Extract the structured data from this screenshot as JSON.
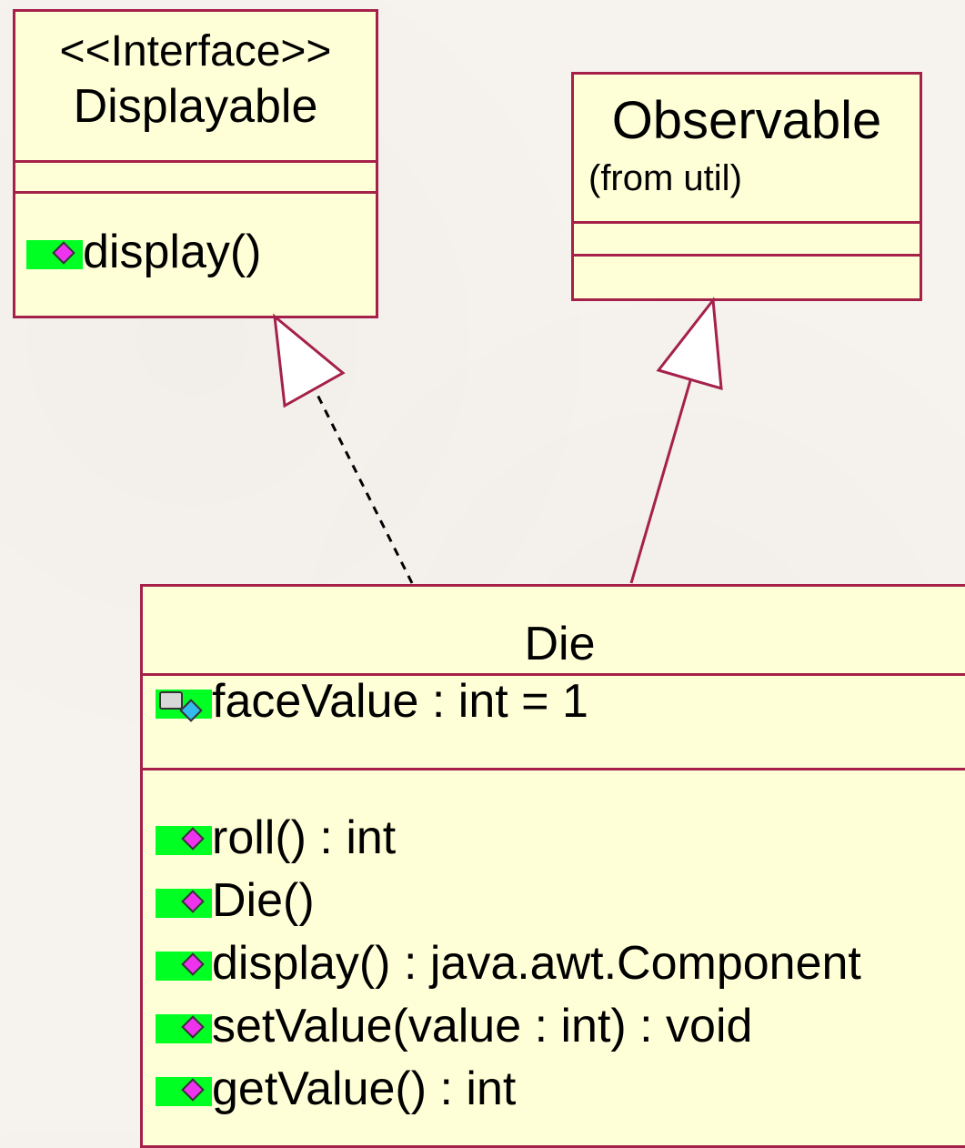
{
  "colors": {
    "box_fill": "#ffffd7",
    "box_border": "#a5214a",
    "icon_green": "#00ff22",
    "icon_diamond": "#ee33ee"
  },
  "displayable": {
    "stereotype": "<<Interface>>",
    "name": "Displayable",
    "operations": [
      "display()"
    ]
  },
  "observable": {
    "name": "Observable",
    "package_note": "(from util)"
  },
  "die": {
    "name": "Die",
    "attributes": [
      "faceValue : int = 1"
    ],
    "operations": [
      "roll() : int",
      "Die()",
      "display() : java.awt.Component",
      "setValue(value : int) : void",
      "getValue() : int"
    ]
  },
  "relationships": [
    {
      "from": "Die",
      "to": "Displayable",
      "kind": "realization"
    },
    {
      "from": "Die",
      "to": "Observable",
      "kind": "generalization"
    }
  ]
}
